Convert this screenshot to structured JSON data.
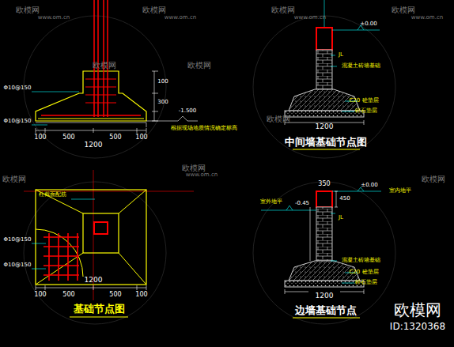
{
  "diagram": {
    "labels": [
      "欧模网",
      "www.om.cn",
      "欧模网",
      "www.om.cn",
      "欧模网",
      "www.om.cn",
      "欧模网",
      "www.om.cn",
      "Φ10@150",
      "Φ10@150",
      "100",
      "500",
      "500",
      "100",
      "1200",
      "100",
      "300",
      "-1.500",
      "根据现场地质情况确定标高",
      "欧模网",
      "欧模网",
      "www.om.cn",
      "柱截面配筋",
      "Φ10@150",
      "Φ10@150",
      "100",
      "500",
      "500",
      "100",
      "1200",
      "基础节点图",
      "JL",
      "混凝土砖墙基础",
      "C20 砼垫层",
      "碎石垫层",
      "1200",
      "±0.00",
      "中间墙基础节点图",
      "欧模网",
      "±0.00",
      "室内地平",
      "室外地平",
      "-0.45",
      "350",
      "450",
      "JL",
      "混凝土砖墙基础",
      "C20 砼垫层",
      "碎石垫层",
      "1200",
      "边墙基础节点",
      "欧模网",
      "ID:1320368",
      "欧模网",
      "欧模网",
      "欧模网"
    ]
  }
}
